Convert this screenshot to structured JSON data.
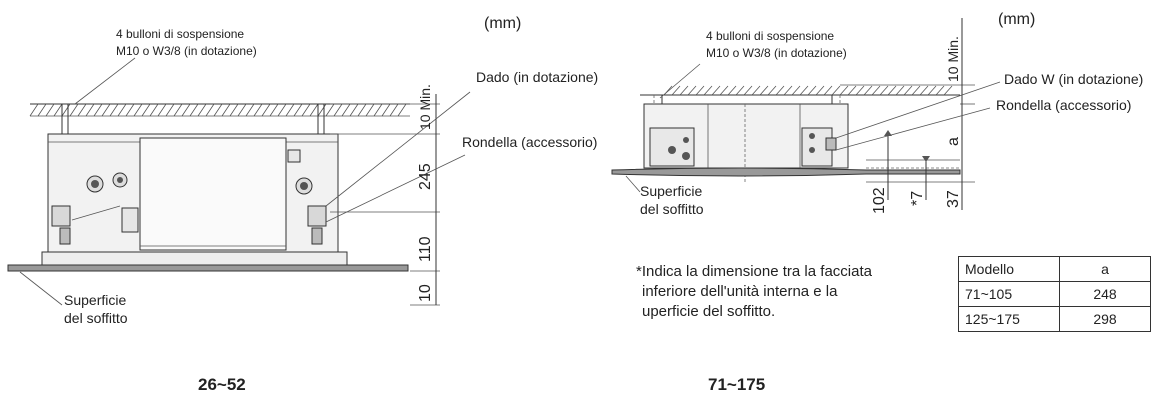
{
  "left": {
    "unit": "(mm)",
    "bolts_line1": "4 bulloni di sospensione",
    "bolts_line2": "M10 o W3/8 (in dotazione)",
    "nut": "Dado (in dotazione)",
    "washer": "Rondella (accessorio)",
    "ceiling_line1": "Superficie",
    "ceiling_line2": "del soffitto",
    "dim_top": "10 Min.",
    "dim_245": "245",
    "dim_110": "110",
    "dim_10": "10",
    "caption": "26~52"
  },
  "right": {
    "unit": "(mm)",
    "bolts_line1": "4 bulloni di sospensione",
    "bolts_line2": "M10 o W3/8 (in dotazione)",
    "nut": "Dado W (in dotazione)",
    "washer": "Rondella (accessorio)",
    "ceiling_line1": "Superficie",
    "ceiling_line2": "del soffitto",
    "dim_top": "10 Min.",
    "dim_a": "a",
    "dim_102": "102",
    "dim_star": "*7",
    "dim_37": "37",
    "caption": "71~175"
  },
  "note": {
    "line1": "*Indica la dimensione tra la facciata",
    "line2": "inferiore dell'unità interna e la",
    "line3": "uperficie del soffitto."
  },
  "table": {
    "headers": [
      "Modello",
      "a"
    ],
    "rows": [
      [
        "71~105",
        "248"
      ],
      [
        "125~175",
        "298"
      ]
    ]
  }
}
